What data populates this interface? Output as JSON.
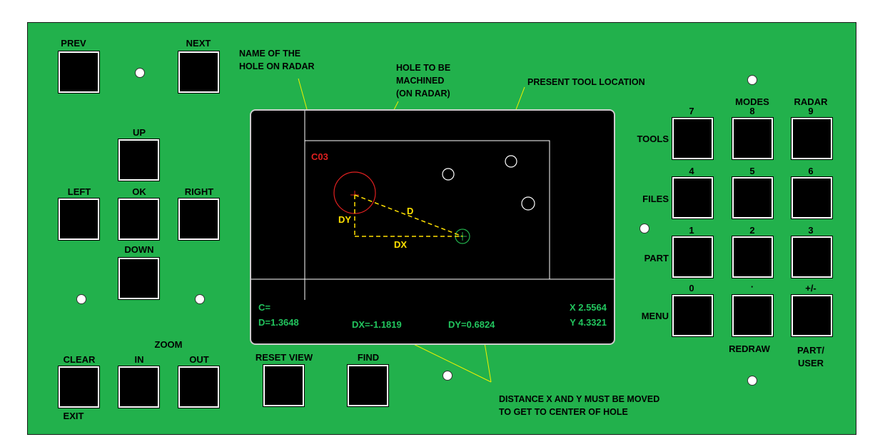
{
  "keys": {
    "prev": "PREV",
    "next": "NEXT",
    "up": "UP",
    "left": "LEFT",
    "ok": "OK",
    "right": "RIGHT",
    "down": "DOWN",
    "zoom": "ZOOM",
    "clear": "CLEAR",
    "exit": "EXIT",
    "in": "IN",
    "out": "OUT",
    "reset_view": "RESET VIEW",
    "find": "FIND",
    "k7": "7",
    "modes": "MODES",
    "k8": "8",
    "radar": "RADAR",
    "k9": "9",
    "tools": "TOOLS",
    "k4": "4",
    "k5": "5",
    "k6": "6",
    "files": "FILES",
    "k1": "1",
    "k2": "2",
    "k3": "3",
    "part": "PART",
    "k0": "0",
    "dot": "·",
    "plusminus": "+/-",
    "menu": "MENU",
    "redraw": "REDRAW",
    "part_user_1": "PART/",
    "part_user_2": "USER"
  },
  "annotations": {
    "hole_name_1": "NAME OF THE",
    "hole_name_2": "HOLE ON RADAR",
    "hole_mach_1": "HOLE TO BE",
    "hole_mach_2": "MACHINED",
    "hole_mach_3": "(ON RADAR)",
    "tool_loc": "PRESENT TOOL LOCATION",
    "distance_1": "DISTANCE X AND Y MUST BE MOVED",
    "distance_2": "TO GET TO CENTER OF HOLE"
  },
  "screen": {
    "hole_id": "C03",
    "dy_label": "DY",
    "d_label": "D",
    "dx_label": "DX",
    "c_readout": "C=",
    "d_readout": "D=1.3648",
    "dx_readout": "DX=-1.1819",
    "dy_readout": "DY=0.6824",
    "x_readout": "X 2.5564",
    "y_readout": "Y 4.3321"
  },
  "colors": {
    "panel": "#22b14c",
    "key": "#000000",
    "target_hole": "#e02020",
    "tool": "#22b14c",
    "dimension": "#ffe000",
    "readout": "#22c55e",
    "leader": "#f0f000"
  }
}
